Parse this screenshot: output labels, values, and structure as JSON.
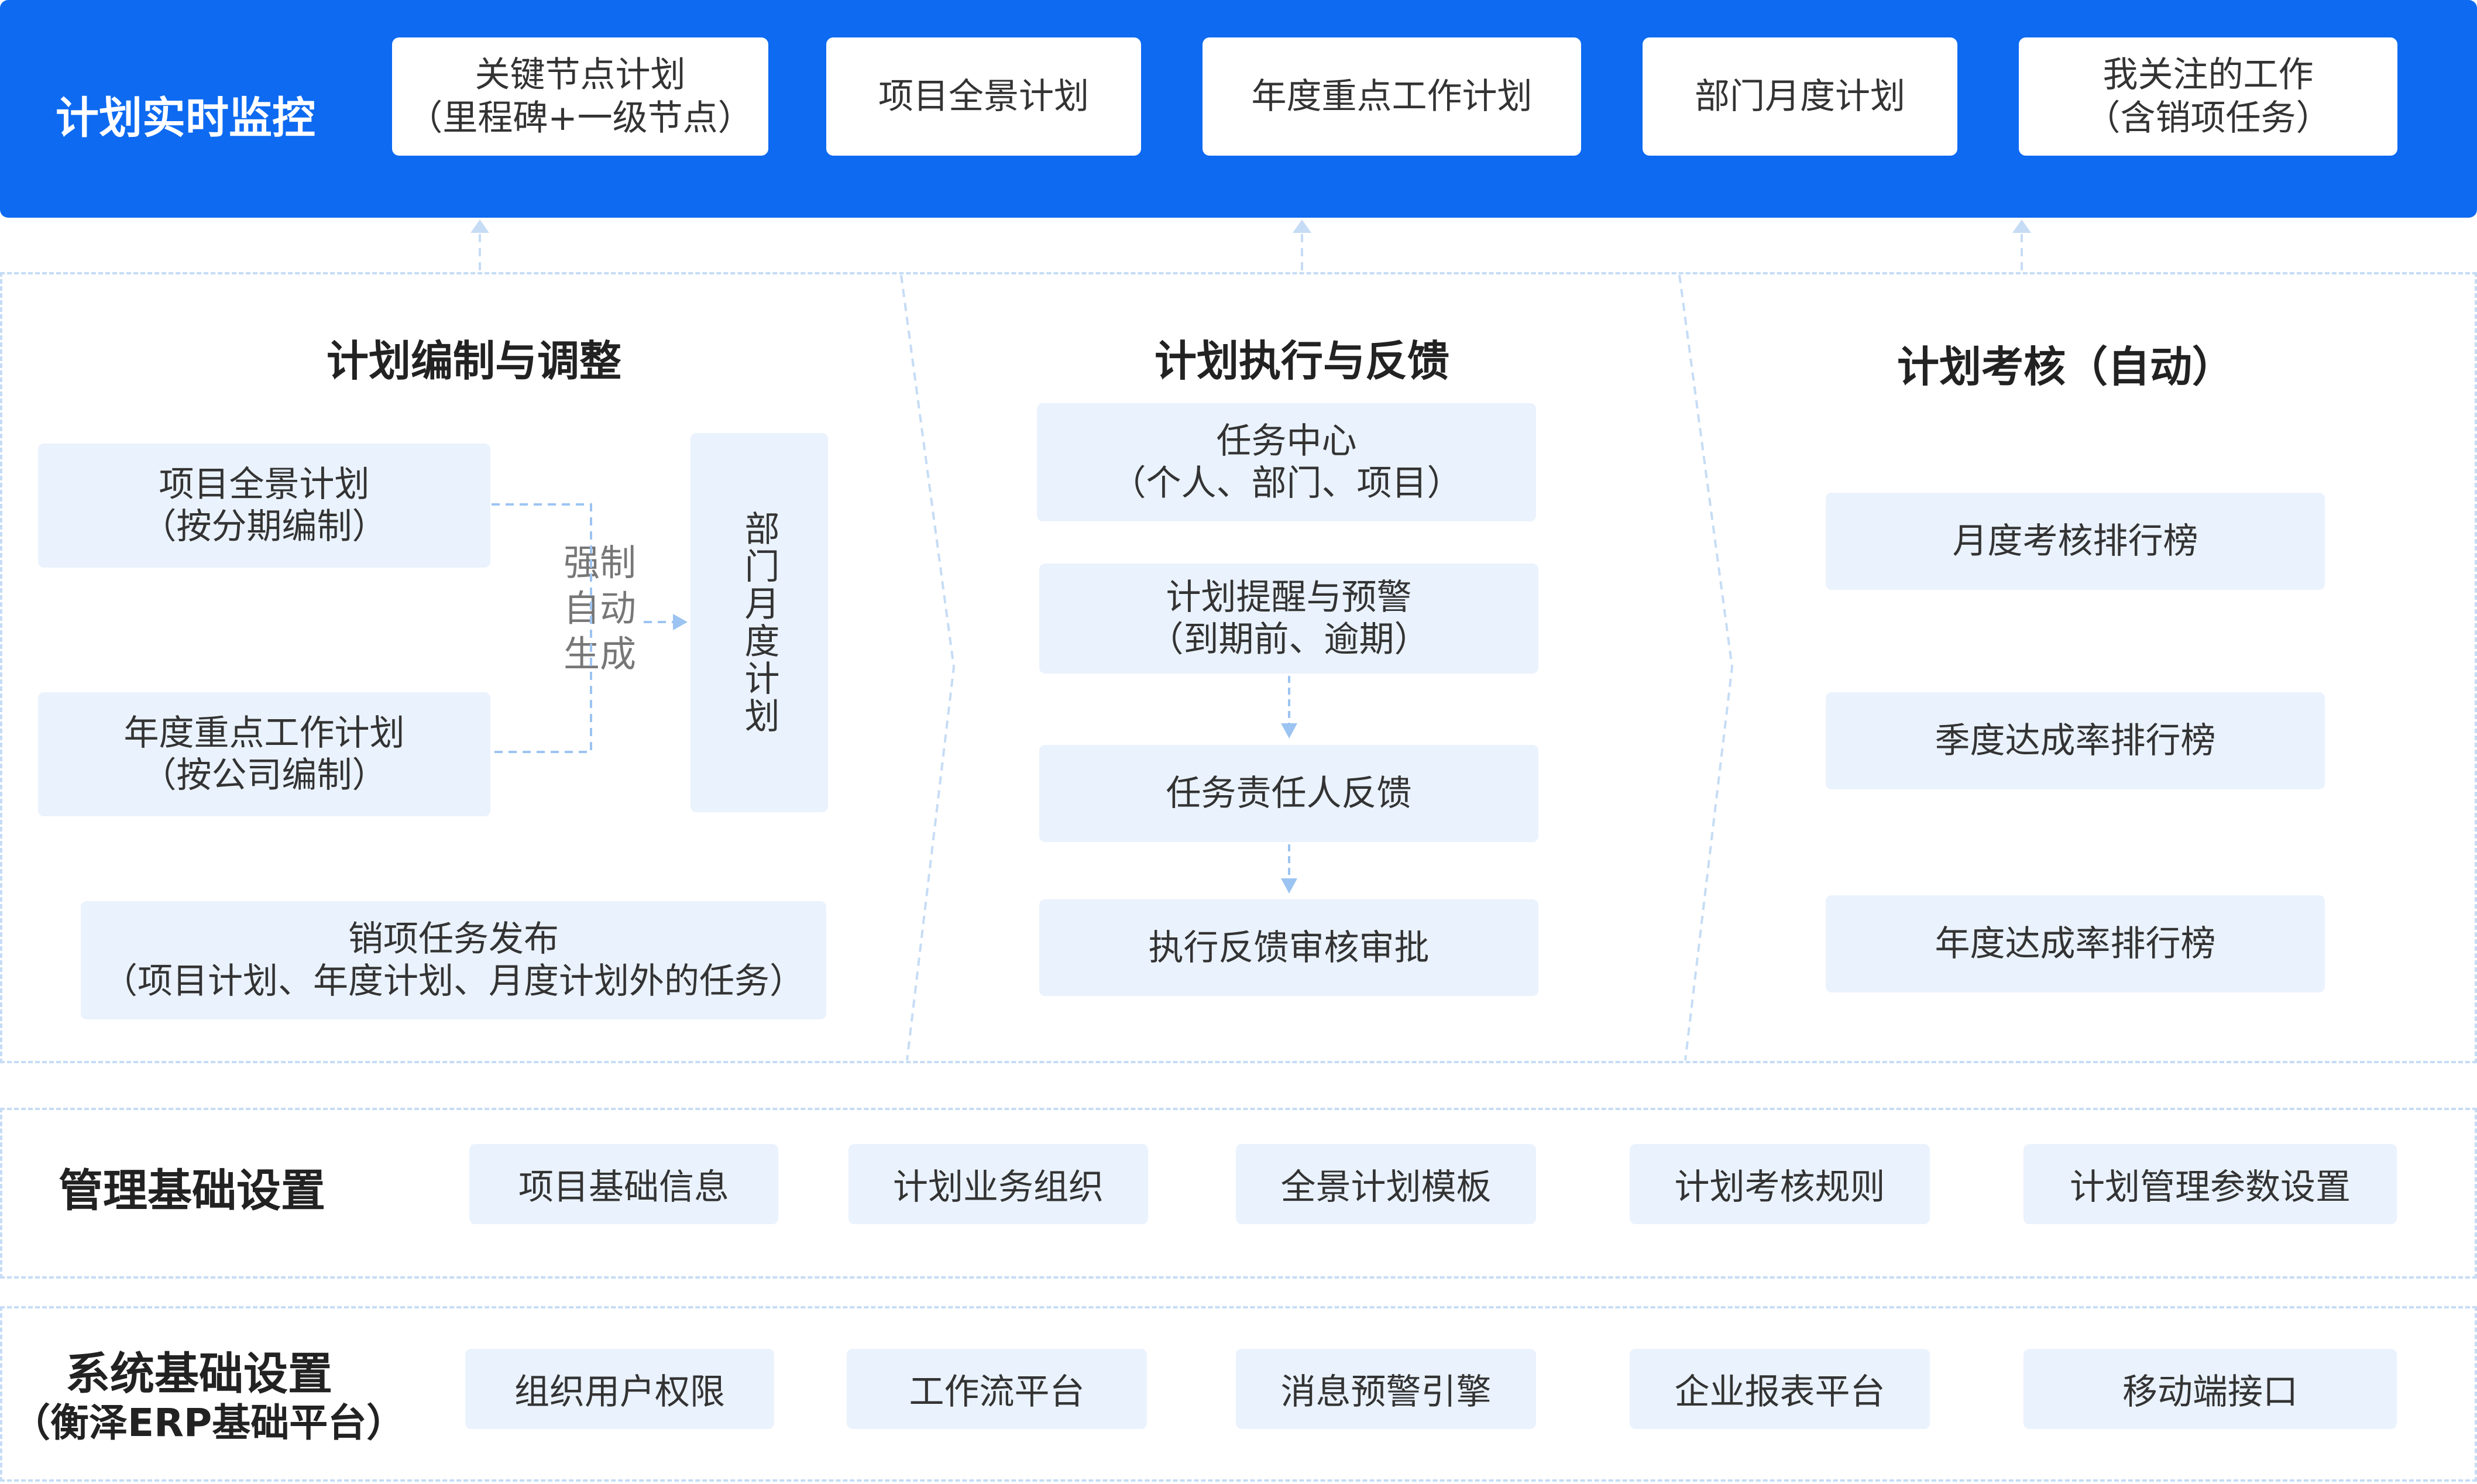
{
  "top": {
    "title": "计划实时监控",
    "cards": [
      {
        "line1": "关键节点计划",
        "line2": "（里程碑+一级节点）"
      },
      {
        "line1": "项目全景计划",
        "line2": ""
      },
      {
        "line1": "年度重点工作计划",
        "line2": ""
      },
      {
        "line1": "部门月度计划",
        "line2": ""
      },
      {
        "line1": "我关注的工作",
        "line2": "（含销项任务）"
      }
    ]
  },
  "col1": {
    "title": "计划编制与调整",
    "card_project": {
      "line1": "项目全景计划",
      "line2": "（按分期编制）"
    },
    "card_annual": {
      "line1": "年度重点工作计划",
      "line2": "（按公司编制）"
    },
    "auto_label": {
      "l1": "强制",
      "l2": "自动",
      "l3": "生成"
    },
    "dept_monthly": "部门月度计划",
    "task_release": {
      "line1": "销项任务发布",
      "line2": "（项目计划、年度计划、月度计划外的任务）"
    }
  },
  "col2": {
    "title": "计划执行与反馈",
    "task_center": {
      "line1": "任务中心",
      "line2": "（个人、部门、项目）"
    },
    "reminder": {
      "line1": "计划提醒与预警",
      "line2": "（到期前、逾期）"
    },
    "feedback": "任务责任人反馈",
    "approval": "执行反馈审核审批"
  },
  "col3": {
    "title": "计划考核（自动）",
    "items": [
      "月度考核排行榜",
      "季度达成率排行榜",
      "年度达成率排行榜"
    ]
  },
  "mgmt": {
    "title": "管理基础设置",
    "items": [
      "项目基础信息",
      "计划业务组织",
      "全景计划模板",
      "计划考核规则",
      "计划管理参数设置"
    ]
  },
  "system": {
    "title_line1": "系统基础设置",
    "title_line2": "（衡泽ERP基础平台）",
    "items": [
      "组织用户权限",
      "工作流平台",
      "消息预警引擎",
      "企业报表平台",
      "移动端接口"
    ]
  },
  "colors": {
    "primary_blue": "#0d6af1",
    "card_bg": "#eaf2fd",
    "dashed": "#c6dcf5"
  }
}
